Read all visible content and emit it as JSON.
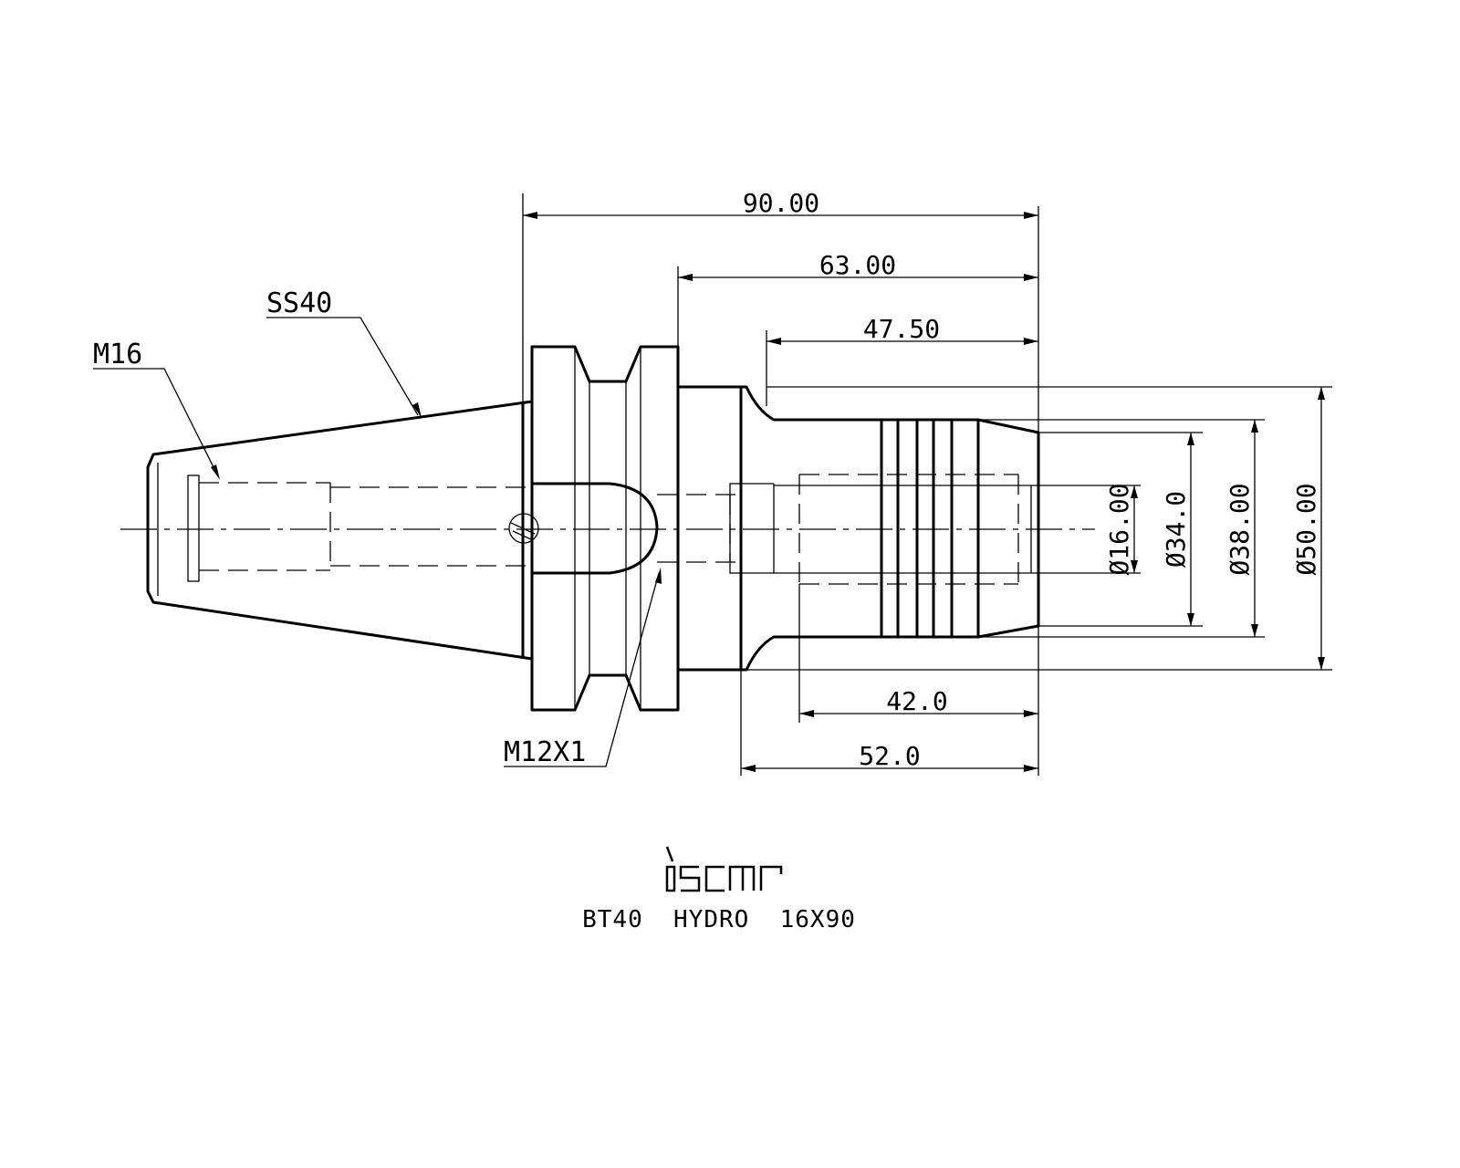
{
  "drawing": {
    "dimensions": {
      "overall_length": "90.00",
      "flange_to_end": "63.00",
      "shank_length": "47.50",
      "clamp_length": "42.0",
      "body_length": "52.0",
      "bore_diameter": "Ø16.00",
      "nose_diameter": "Ø34.0",
      "sleeve_diameter": "Ø38.00",
      "body_diameter": "Ø50.00"
    },
    "callouts": {
      "taper": "SS40",
      "thread": "M16",
      "screw": "M12X1"
    },
    "logo_text": "iscar",
    "caption": "BT40  HYDRO  16X90"
  }
}
